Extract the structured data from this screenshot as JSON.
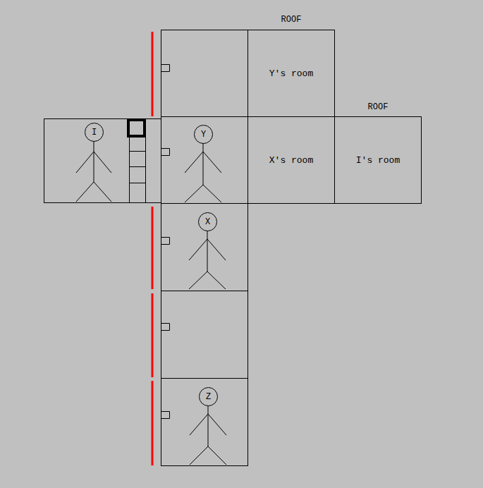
{
  "diagram": {
    "nodes": [
      {
        "text": [
          "Y's room"
        ]
      },
      {
        "text": [
          "I"
        ]
      },
      {
        "text": [
          "Y"
        ]
      },
      {
        "text": [
          "X's room"
        ]
      },
      {
        "text": [
          "I's room"
        ]
      },
      {
        "text": [
          "X"
        ]
      },
      {
        "text": [
          "Z"
        ]
      }
    ],
    "labels": [
      "ROOF",
      "ROOF"
    ]
  }
}
